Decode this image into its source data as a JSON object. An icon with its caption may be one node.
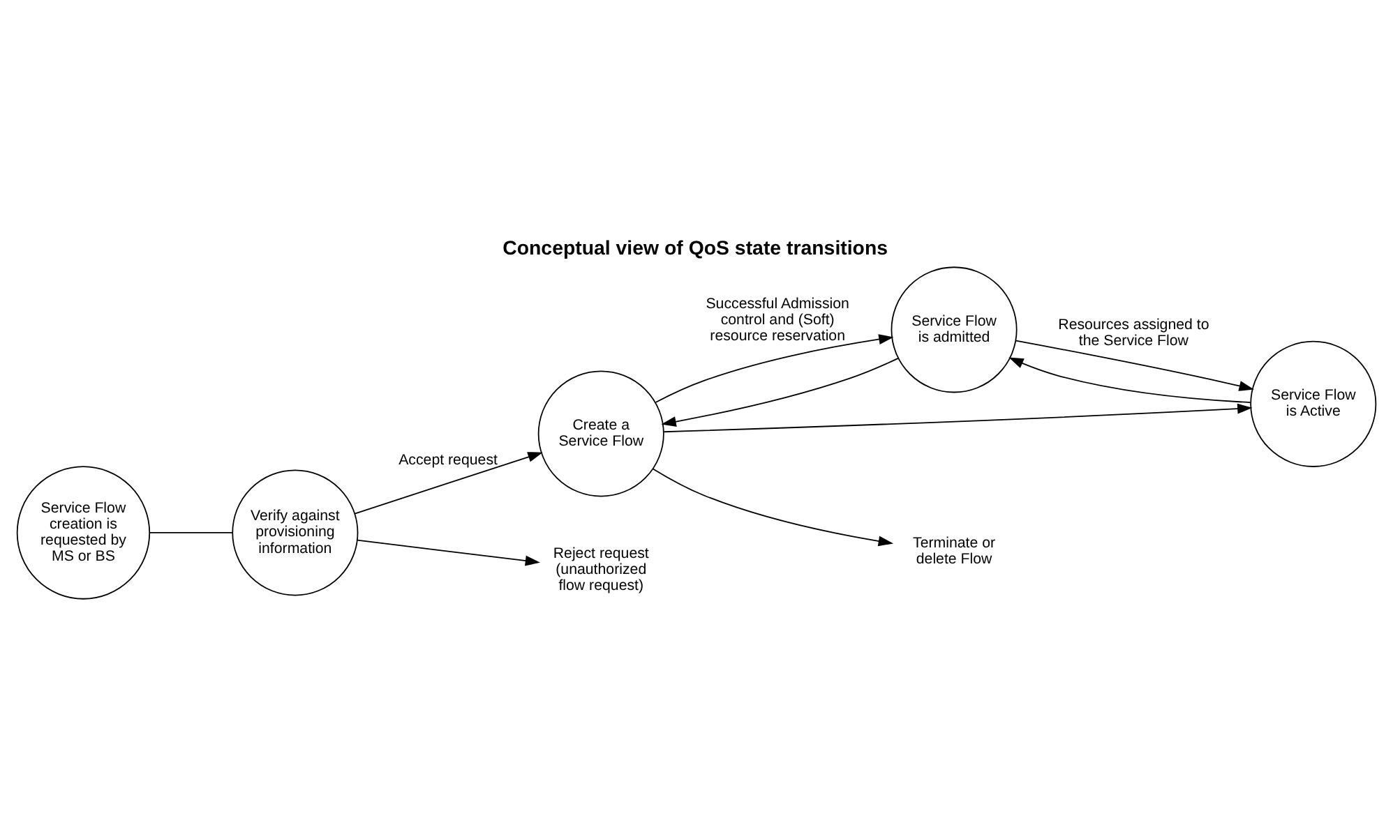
{
  "diagram": {
    "title": "Conceptual view of QoS state transitions",
    "nodes": [
      {
        "text": [
          "Service Flow creation is requested by MS or BS"
        ]
      },
      {
        "text": [
          "Verify against provisioning information"
        ]
      },
      {
        "text": [
          "Create a Service Flow"
        ]
      },
      {
        "text": [
          "Service Flow is admitted"
        ]
      },
      {
        "text": [
          "Service Flow is Active"
        ]
      },
      {
        "text": [
          "Reject request (unauthorized flow request)"
        ]
      },
      {
        "text": [
          "Terminate or delete Flow"
        ]
      }
    ],
    "edges": [
      {
        "from": 0,
        "to": 1,
        "arrow": "none"
      },
      {
        "from": 1,
        "to": 2,
        "arrow": "to",
        "label": "Accept request"
      },
      {
        "from": 1,
        "to": 5,
        "arrow": "to"
      },
      {
        "from": 2,
        "to": 3,
        "arrow": "to",
        "label": "Successful Admission control and (Soft) resource reservation"
      },
      {
        "from": 3,
        "to": 2,
        "arrow": "to"
      },
      {
        "from": 3,
        "to": 4,
        "arrow": "to",
        "label": "Resources assigned to the Service Flow"
      },
      {
        "from": 4,
        "to": 3,
        "arrow": "to"
      },
      {
        "from": 2,
        "to": 4,
        "arrow": "to"
      },
      {
        "from": 2,
        "to": 6,
        "arrow": "to"
      }
    ]
  }
}
